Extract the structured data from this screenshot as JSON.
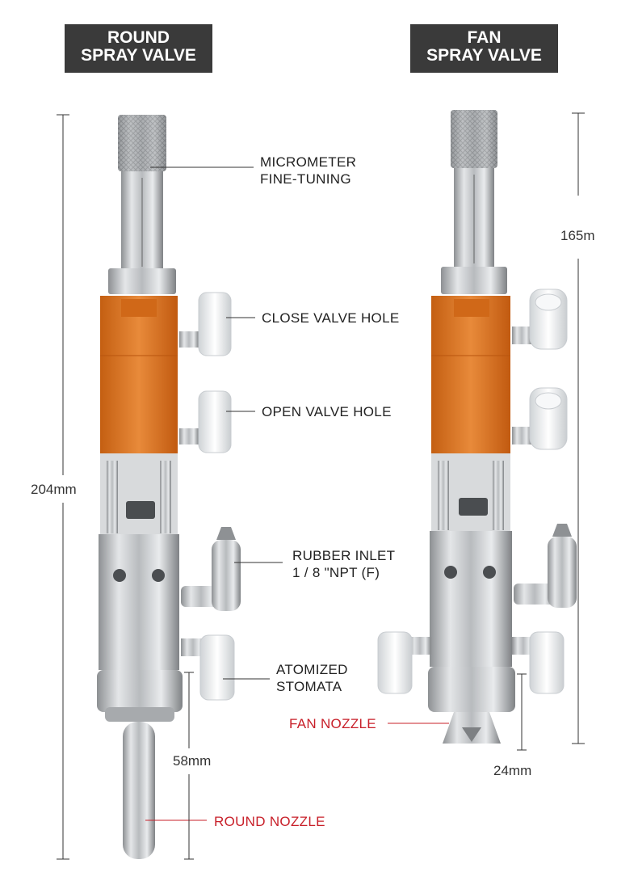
{
  "titles": {
    "round": {
      "line1": "ROUND",
      "line2": "SPRAY VALVE"
    },
    "fan": {
      "line1": "FAN",
      "line2": "SPRAY VALVE"
    }
  },
  "callouts": {
    "micrometer": {
      "line1": "MICROMETER",
      "line2": "FINE-TUNING"
    },
    "close_valve_hole": "CLOSE VALVE HOLE",
    "open_valve_hole": "OPEN VALVE HOLE",
    "rubber_inlet": {
      "line1": "RUBBER INLET",
      "line2": "1 / 8 \"NPT (F)"
    },
    "atomized_stomata": {
      "line1": "ATOMIZED",
      "line2": "STOMATA"
    },
    "fan_nozzle": "FAN NOZZLE",
    "round_nozzle": "ROUND NOZZLE"
  },
  "dimensions": {
    "round_total": "204mm",
    "round_nozzle_length": "58mm",
    "fan_upper": "165m",
    "fan_lower": "24mm"
  },
  "colors": {
    "valve_body": "#e07a24",
    "steel": "#c9cbcd",
    "fitting": "#eef0f2",
    "callout_red": "#c8202a",
    "title_bg": "#3a3a3a"
  }
}
